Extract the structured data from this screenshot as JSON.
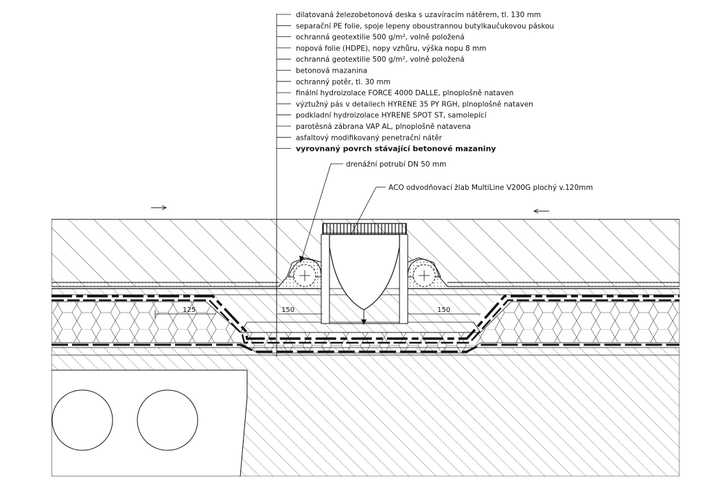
{
  "layers": [
    "dilatovaná železobetonová deska s uzavíracím nátěrem, tl. 130 mm",
    "separační PE folie, spoje lepeny oboustrannou butylkaučukovou páskou",
    "ochranná geotextilie 500 g/m², volně položená",
    "nopová folie (HDPE), nopy vzhůru, výška nopu 8 mm",
    "ochranná geotextilie 500 g/m², volně položená",
    "betonová mazanina",
    "ochranný potěr, tl. 30 mm",
    "finální hydroizolace FORCE 4000 DALLE, plnoplošně nataven",
    "výztužný pás v detailech HYRENE 35 PY RGH, plnoplošně nataven",
    "podkladní hydroizolace HYRENE SPOT ST, samolepící",
    "parotěsná zábrana VAP AL, plnoplošně natavena",
    "asfaltový modifikovaný penetrační nátěr",
    "vyrovnaný povrch stávající betonové mazaniny"
  ],
  "callouts": {
    "drain_pipe": "drenážní potrubí DN 50 mm",
    "channel": "ACO odvodňovací žlab MultiLine V200G plochý v.120mm"
  },
  "dimensions": {
    "left": "125",
    "center": "150",
    "right": "150"
  },
  "colors": {
    "line": "#111111",
    "paper": "#ffffff"
  }
}
